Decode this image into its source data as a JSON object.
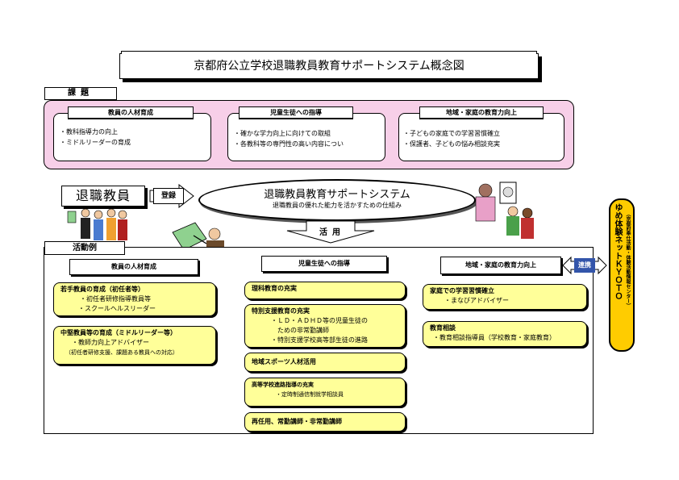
{
  "title": "京都府公立学校退職教員教育サポートシステム概念図",
  "issues": {
    "tab_label": "課題",
    "boxes": [
      {
        "heading": "教員の人材育成",
        "lines": [
          "・教科指導力の向上",
          "・ミドルリーダーの育成"
        ]
      },
      {
        "heading": "児童生徒への指導",
        "lines": [
          "・確かな学力向上に向けての取組",
          "・各教科等の専門性の高い内容につい"
        ]
      },
      {
        "heading": "地域・家庭の教育力向上",
        "lines": [
          "・子どもの家庭での学習習慣確立",
          "・保護者、子どもの悩み相談充実"
        ]
      }
    ]
  },
  "retired": {
    "label": "退職教員",
    "register_label": "登録"
  },
  "system": {
    "title": "退職教員教育サポートシステム",
    "subtitle": "退職教員の優れた能力を活かすための仕組み"
  },
  "utilize_label": "活用",
  "activities": {
    "tab_label": "活動例",
    "columns": [
      {
        "heading": "教員の人材育成",
        "items": [
          {
            "title": "若手教員の育成（初任者等）",
            "subs": [
              "・初任者研修指導教員等",
              "・スクールヘルスリーダー"
            ]
          },
          {
            "title": "中堅教員等の育成（ミドルリーダー等）",
            "subs": [
              "・教師力向上アドバイザー",
              "（初任者研修支援、課題ある教員への対応）"
            ]
          }
        ]
      },
      {
        "heading": "児童生徒への指導",
        "items": [
          {
            "title": "理科教育の充実",
            "subs": []
          },
          {
            "title": "特別支援教育の充実",
            "subs": [
              "・ＬＤ・ＡＤＨＤ等の児童生徒の",
              "　ための非常勤講師",
              "・特別支援学校高等部生徒の進路"
            ]
          },
          {
            "title": "地域スポーツ人材活用",
            "subs": []
          },
          {
            "title": "高等学校進路指導の充実",
            "subs": [
              "・定時制通信制就学相談員"
            ]
          },
          {
            "title": "再任用、常勤講師・非常勤講師",
            "subs": []
          }
        ]
      },
      {
        "heading": "地域・家庭の教育力向上",
        "items": [
          {
            "title": "家庭での学習習慣確立",
            "subs": [
              "・まなびアドバイザー"
            ]
          },
          {
            "title": "教育相談",
            "subs": [
              "・教育相談指導員（学校教育・家庭教育）"
            ]
          }
        ]
      }
    ]
  },
  "partner": {
    "name": "ゆめ体験ネットＫＹＯＴＯ",
    "org": "（京都府奉仕活動・体験活動情報センター）",
    "link_label": "連携"
  },
  "colors": {
    "issue_panel": "#f7cfe8",
    "scroll": "#ffff99",
    "partner": "#ffcc00",
    "link_badge": "#3355aa"
  }
}
